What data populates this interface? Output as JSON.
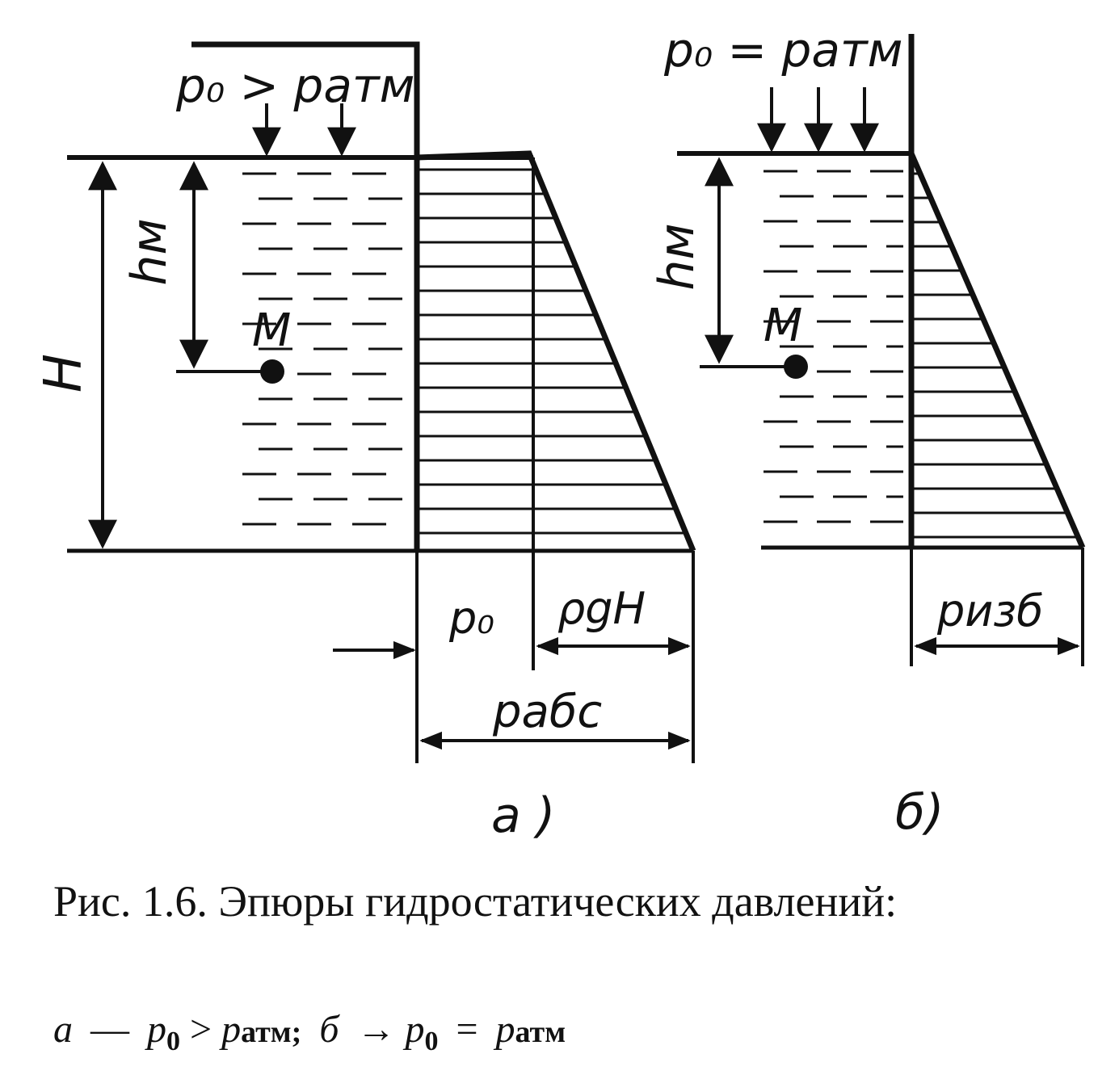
{
  "diagram_a": {
    "pressure_label": "p₀ > pатм",
    "depth_label": "hм",
    "height_label": "H",
    "point_label": "M",
    "p0_label": "p₀",
    "rhogh_label": "ρgH",
    "abs_label": "pабс",
    "panel_label": "а )"
  },
  "diagram_b": {
    "pressure_label": "p₀ = pатм",
    "depth_label": "hм",
    "point_label": "M",
    "gauge_label": "pизб",
    "panel_label": "б)"
  },
  "caption": {
    "text": "Рис. 1.6. Эпюры гидростатических давлений:"
  },
  "legend": {
    "a_letter": "а",
    "dash1": "—",
    "a_p": "p",
    "a_sub": "0",
    "a_cmp": ">",
    "a_patm_p": "p",
    "a_patm_sub": "атм",
    "sep": ";",
    "b_letter": "б",
    "arrow": "→",
    "b_p": "p",
    "b_sub": "0",
    "b_cmp": "=",
    "b_patm_p": "p",
    "b_patm_sub": "атм"
  }
}
